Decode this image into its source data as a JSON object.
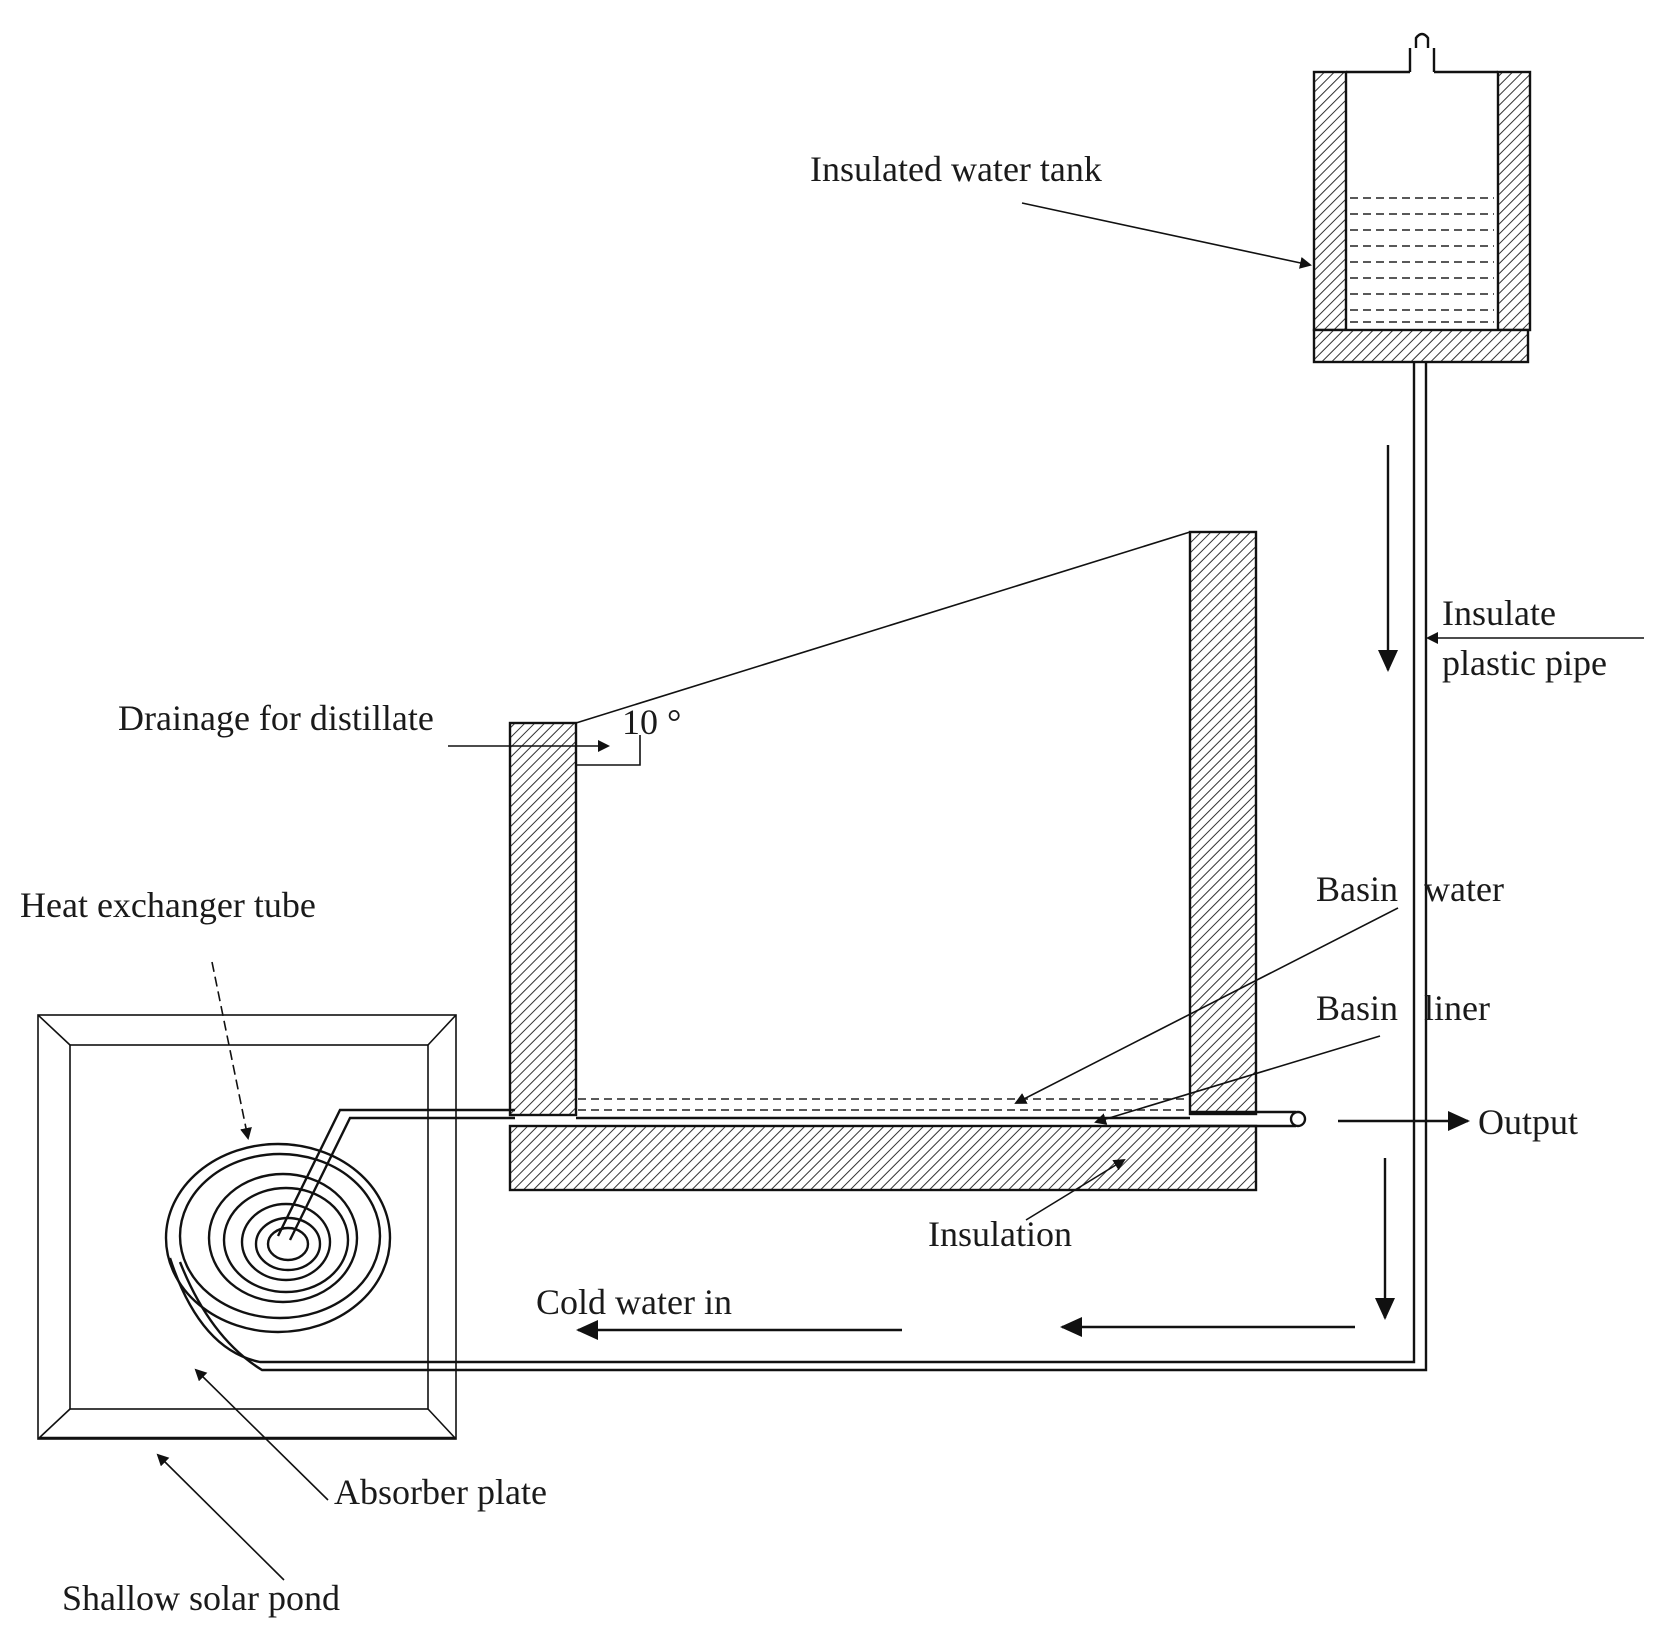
{
  "labels": {
    "insulated_water_tank": "Insulated water tank",
    "insulate_line1": "Insulate",
    "insulate_line2": "plastic pipe",
    "drainage": "Drainage for distillate",
    "angle": "10 °",
    "heat_exchanger_tube": "Heat exchanger tube",
    "basin_water_1": "Basin",
    "basin_water_2": "water",
    "basin_liner_1": "Basin",
    "basin_liner_2": "liner",
    "output": "Output",
    "insulation": "Insulation",
    "cold_water_in": "Cold water in",
    "absorber_plate": "Absorber plate",
    "shallow_solar_pond": "Shallow solar pond"
  }
}
